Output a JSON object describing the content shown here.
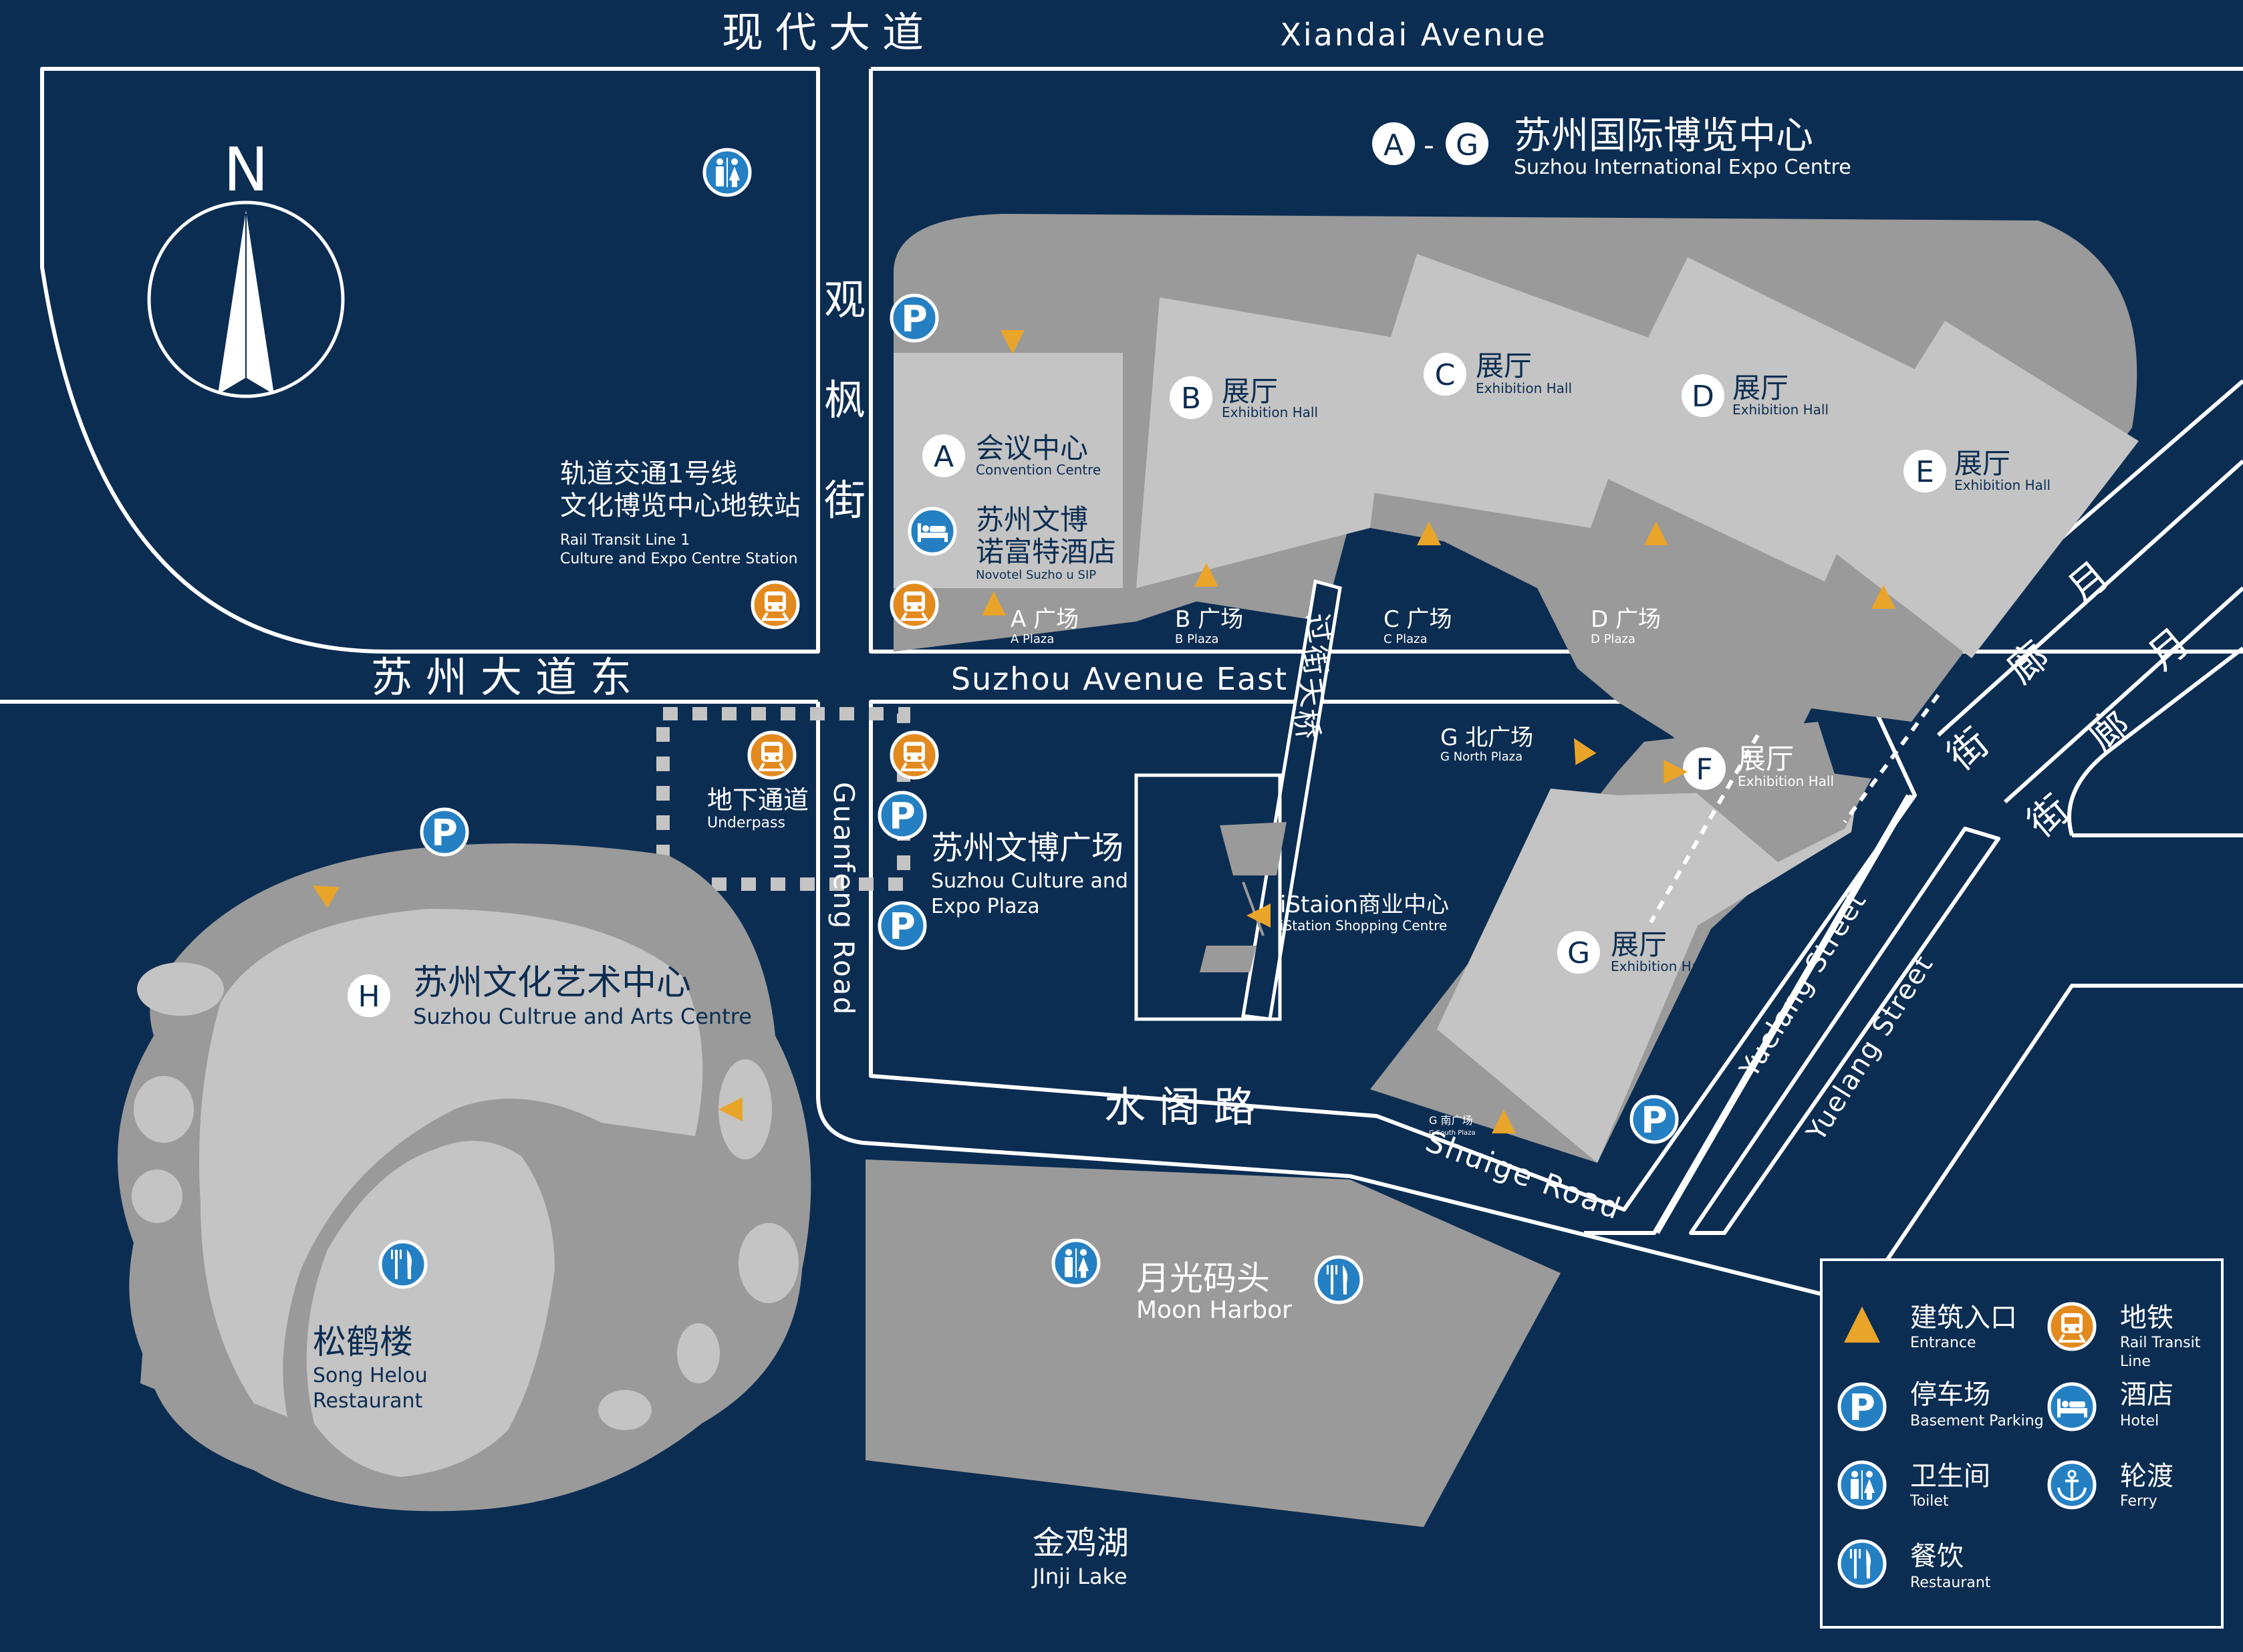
{
  "roads": {
    "xiandai_zh": "现代大道",
    "xiandai_en": "Xiandai Avenue",
    "guanfeng_zh": [
      "观",
      "枫",
      "街"
    ],
    "suzhou_east_zh": "苏州大道东",
    "suzhou_east_en": "Suzhou Avenue East",
    "guanfeng_en": "Guanfeng Road",
    "shuige_zh": "水阁路",
    "shuige_en": "Shuige Road",
    "yuelang_zh": [
      "月",
      "廊",
      "街"
    ],
    "yuelang_en": "Yuelang Street",
    "skybridge_zh": [
      "过",
      "街",
      "天",
      "桥"
    ]
  },
  "compass": {
    "north": "N"
  },
  "expo": {
    "range_start": "A",
    "range_sep": "-",
    "range_end": "G",
    "name_zh": "苏州国际博览中心",
    "name_en": "Suzhou International Expo Centre"
  },
  "halls": [
    {
      "letter": "A",
      "zh": "会议中心",
      "en": "Convention Centre"
    },
    {
      "letter": "B",
      "zh": "展厅",
      "en": "Exhibition Hall"
    },
    {
      "letter": "C",
      "zh": "展厅",
      "en": "Exhibition Hall"
    },
    {
      "letter": "D",
      "zh": "展厅",
      "en": "Exhibition Hall"
    },
    {
      "letter": "E",
      "zh": "展厅",
      "en": "Exhibition Hall"
    },
    {
      "letter": "F",
      "zh": "展厅",
      "en": "Exhibition Hall"
    },
    {
      "letter": "G",
      "zh": "展厅",
      "en": "Exhibition Hall"
    }
  ],
  "hotel": {
    "zh_1": "苏州文博",
    "zh_2": "诺富特酒店",
    "en": "Novotel Suzho   u SIP"
  },
  "plazas": [
    {
      "zh": "A 广场",
      "en": "A Plaza"
    },
    {
      "zh": "B 广场",
      "en": "B Plaza"
    },
    {
      "zh": "C 广场",
      "en": "C Plaza"
    },
    {
      "zh": "D 广场",
      "en": "D Plaza"
    },
    {
      "zh": "G 北广场",
      "en": "G North Plaza"
    },
    {
      "zh": "G 南广场",
      "en": "G South Plaza"
    }
  ],
  "metro": {
    "zh_1": "轨道交通1号线",
    "zh_2": "文化博览中心地铁站",
    "en_1": "Rail Transit Line 1",
    "en_2": "Culture and Expo Centre  Station"
  },
  "underpass": {
    "zh": "地下通道",
    "en": "Underpass"
  },
  "plaza_cultural": {
    "zh": "苏州文博广场",
    "en_1": "Suzhou Culture and",
    "en_2": "Expo Plaza"
  },
  "istation": {
    "zh": "iStaion商业中心",
    "en": "iStation Shopping Centre"
  },
  "arts_centre": {
    "letter": "H",
    "zh": "苏州文化艺术中心",
    "en": "Suzhou Cultrue and Arts Centre"
  },
  "restaurant": {
    "zh": "松鹤楼",
    "en_1": "Song Helou",
    "en_2": "Restaurant"
  },
  "moon_harbor": {
    "zh": "月光码头",
    "en": "Moon Harbor"
  },
  "lake": {
    "zh": "金鸡湖",
    "en": "JInji Lake"
  },
  "icons": {
    "parking": "P"
  },
  "legend": {
    "entrance_zh": "建筑入口",
    "entrance_en": "Entrance",
    "rail_zh": "地铁",
    "rail_en_1": "Rail Transit",
    "rail_en_2": "Line",
    "parking_zh": "停车场",
    "parking_en": "Basement Parking",
    "hotel_zh": "酒店",
    "hotel_en": "Hotel",
    "toilet_zh": "卫生间",
    "toilet_en": "Toilet",
    "ferry_zh": "轮渡",
    "ferry_en": "Ferry",
    "restaurant_zh": "餐饮",
    "restaurant_en": "Restaurant"
  },
  "colors": {
    "background": "#0c2d52",
    "building_dark": "#9a9a9a",
    "building_light": "#c4c4c4",
    "entrance": "#e9a42a",
    "parking": "#2580c3",
    "rail": "#e38a1f",
    "road": "#ffffff"
  }
}
